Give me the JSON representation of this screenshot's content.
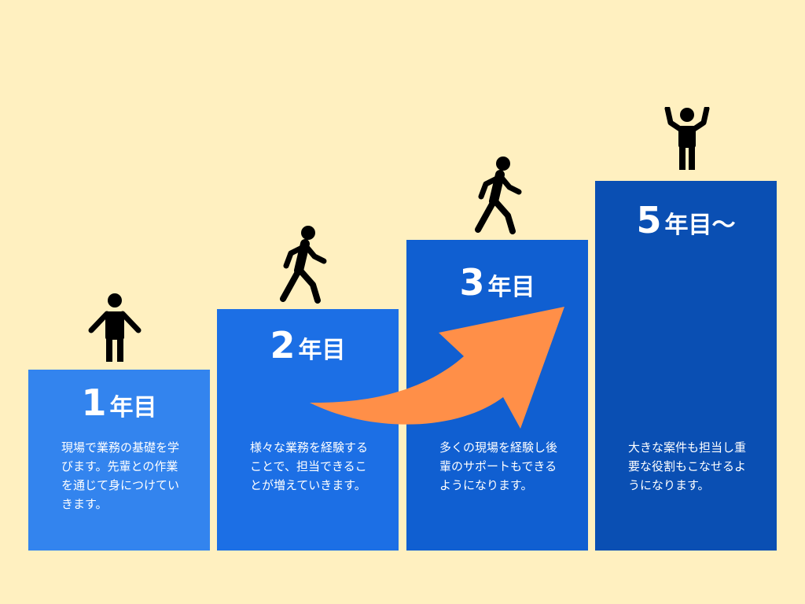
{
  "steps": [
    {
      "number": "1",
      "unit": "年目",
      "description": "現場で業務の基礎を学びます。先輩との作業を通じて身につけていきます。",
      "color": "#3384ee",
      "figure_icon": "standing-person-icon"
    },
    {
      "number": "2",
      "unit": "年目",
      "description": "様々な業務を経験することで、担当できることが増えていきます。",
      "color": "#1c6fe5",
      "figure_icon": "walking-person-icon"
    },
    {
      "number": "3",
      "unit": "年目",
      "description": "多くの現場を経験し後輩のサポートもできるようになります。",
      "color": "#105fd1",
      "figure_icon": "walking-person-icon"
    },
    {
      "number": "5",
      "unit": "年目～",
      "description": "大きな案件も担当し重要な役割もこなせるようになります。",
      "color": "#0a4fb3",
      "figure_icon": "arms-raised-person-icon"
    }
  ],
  "arrow": {
    "icon": "growth-arrow-icon",
    "color": "#ff8f48"
  },
  "background_color": "#fff0c0"
}
